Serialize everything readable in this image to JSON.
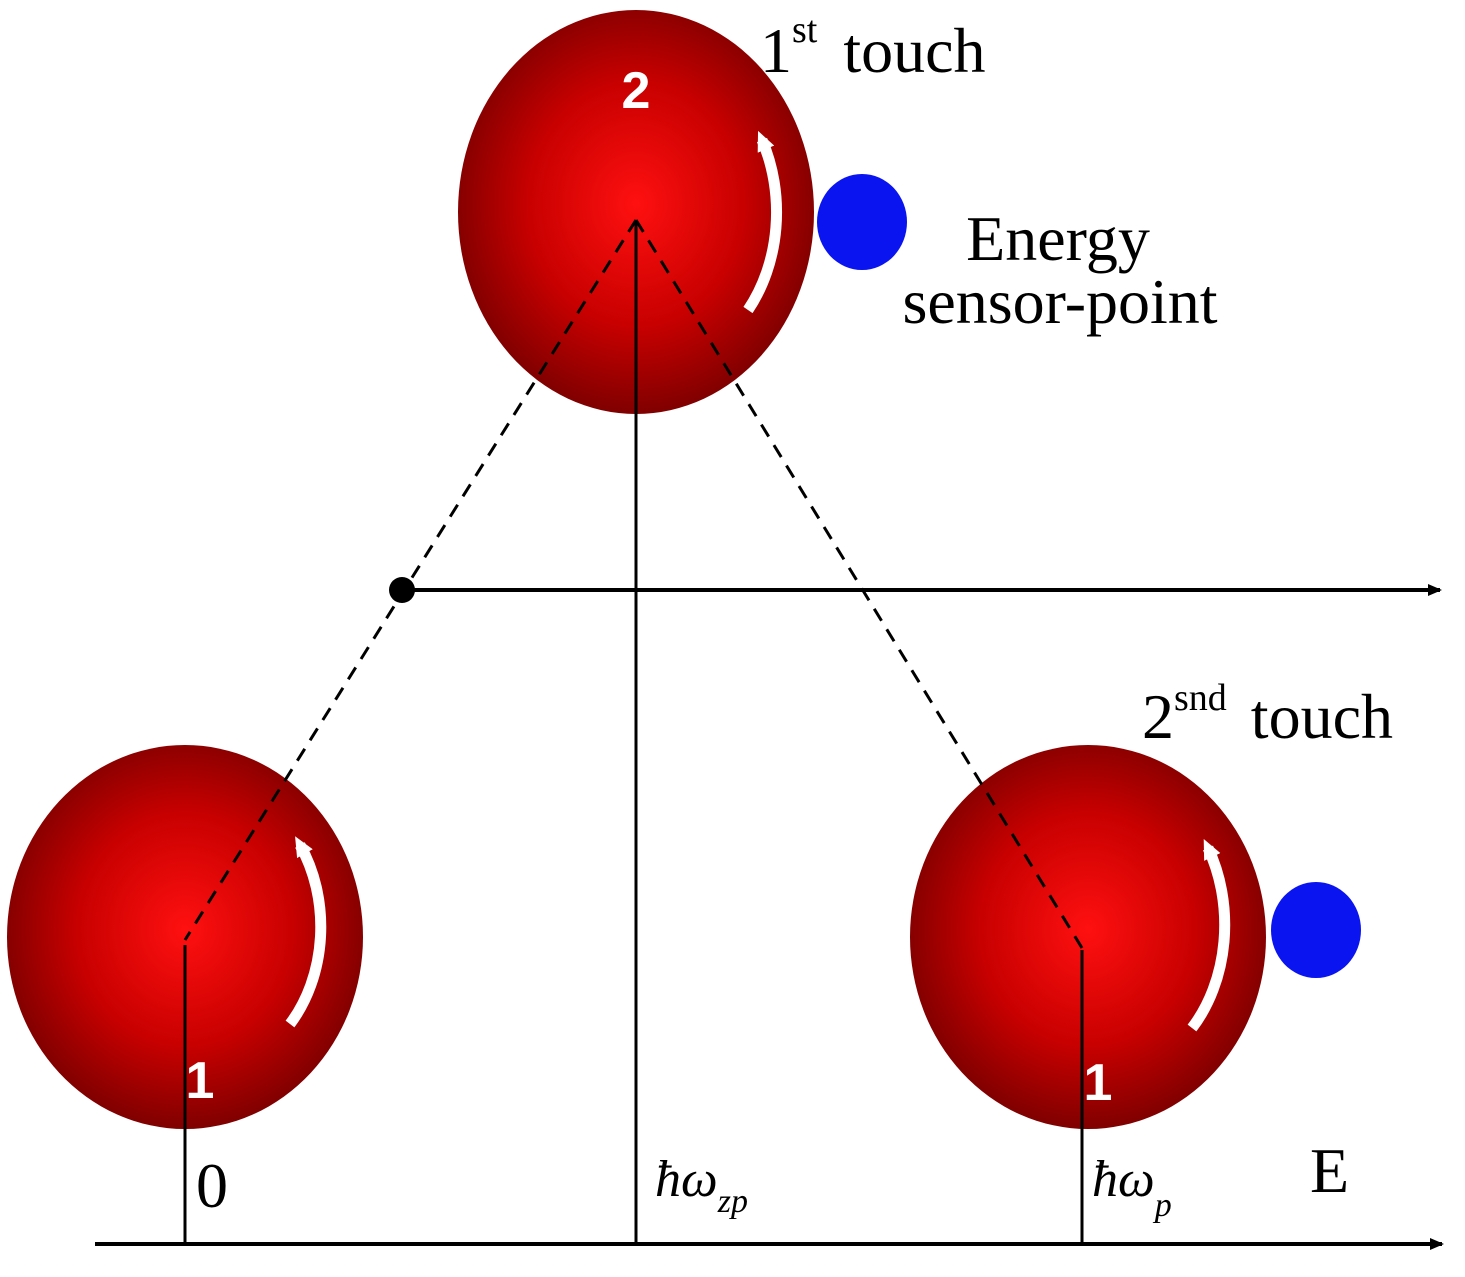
{
  "labels": {
    "first_touch_num": "1",
    "first_touch_sup": "st",
    "first_touch_word": "touch",
    "second_touch_num": "2",
    "second_touch_sup": "snd",
    "second_touch_word": "touch",
    "energy_line1": "Energy",
    "energy_line2": "sensor-point",
    "axis_E": "E",
    "tick_zero": "0",
    "tick_hbar": "ħω",
    "tick_zp_sub": "zp",
    "tick_p_sub": "p"
  },
  "spheres": {
    "top_number": "2",
    "left_number": "1",
    "right_number": "1"
  },
  "colors": {
    "sphere_center": "#ff1010",
    "sphere_edge": "#7a0000",
    "sensor_point": "#0a14f0",
    "line": "#000000",
    "arrow_white": "#ffffff"
  }
}
